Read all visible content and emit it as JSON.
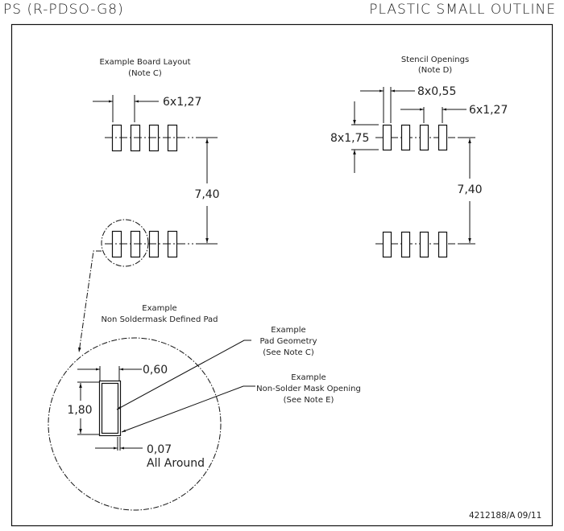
{
  "header": {
    "package_code": "PS (R-PDSO-G8)",
    "package_name": "PLASTIC SMALL OUTLINE"
  },
  "board_layout": {
    "title": "Example Board Layout",
    "note": "(Note C)",
    "pitch_label": "6x1,27",
    "row_spacing_label": "7,40",
    "pads_per_row": 4
  },
  "stencil": {
    "title": "Stencil Openings",
    "note": "(Note D)",
    "width_label": "8x0,55",
    "pitch_label": "6x1,27",
    "length_label": "8x1,75",
    "row_spacing_label": "7,40",
    "pads_per_row": 4
  },
  "detail": {
    "title_line1": "Example",
    "title_line2": "Non Soldermask Defined Pad",
    "pad_width_label": "0,60",
    "pad_length_label": "1,80",
    "clearance_label": "0,07",
    "clearance_note": "All Around",
    "callout_pad": {
      "line1": "Example",
      "line2": "Pad Geometry",
      "line3": "(See Note C)"
    },
    "callout_mask": {
      "line1": "Example",
      "line2": "Non-Solder Mask Opening",
      "line3": "(See Note E)"
    }
  },
  "footer": {
    "drawing_id": "4212188/A",
    "date": "09/11"
  }
}
